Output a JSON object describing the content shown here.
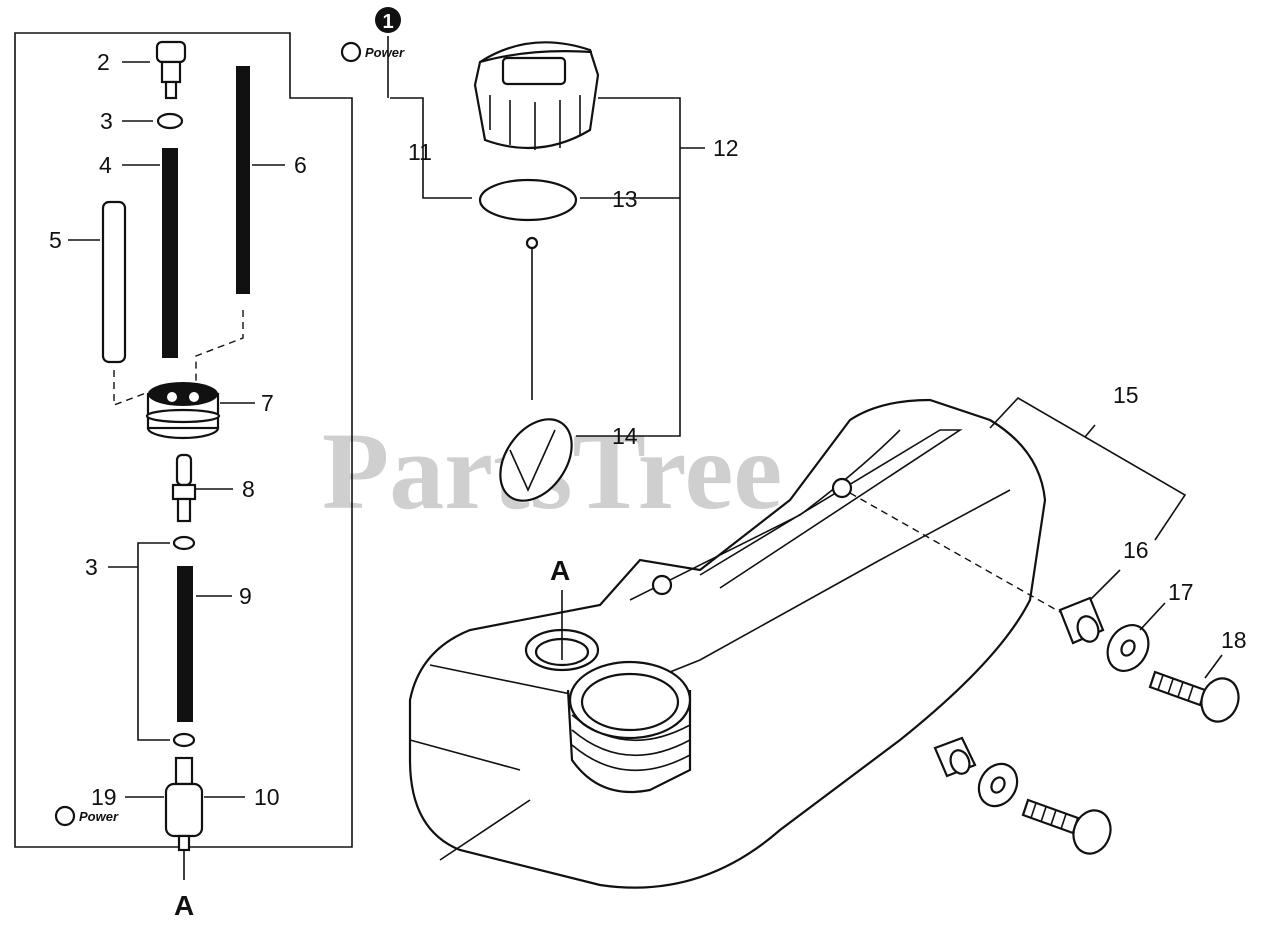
{
  "watermark": "PartsTree",
  "callout_number": "1",
  "power_logo_text": "Power",
  "labels": {
    "p2": "2",
    "p3a": "3",
    "p4": "4",
    "p5": "5",
    "p6": "6",
    "p7": "7",
    "p8": "8",
    "p3b": "3",
    "p9": "9",
    "p19": "19",
    "p10": "10",
    "p11": "11",
    "p12": "12",
    "p13": "13",
    "p14": "14",
    "p15": "15",
    "p16": "16",
    "p17": "17",
    "p18": "18",
    "refA_tank": "A",
    "refA_bottom": "A"
  }
}
